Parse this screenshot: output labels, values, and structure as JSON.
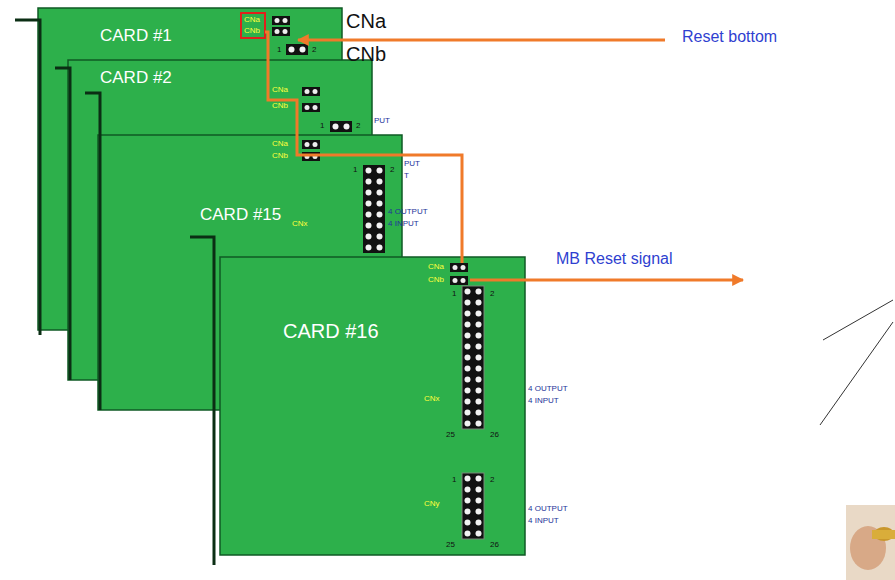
{
  "diagram": {
    "nodes": [
      {
        "text": [
          "CARD #1"
        ]
      },
      {
        "text": [
          "CARD #2"
        ]
      },
      {
        "text": [
          "CARD #15"
        ]
      },
      {
        "text": [
          "CARD #16"
        ]
      }
    ],
    "labels": [
      "CNa",
      "CNb",
      "Reset bottom",
      "MB Reset signal",
      "CNa",
      "CNb",
      "1",
      "2",
      "CNa",
      "CNb",
      "1",
      "2",
      "PUT",
      "CNa",
      "CNb",
      "1",
      "2",
      "PUT",
      "T",
      "CNx",
      "4 OUTPUT",
      "4 INPUT",
      "CNa",
      "CNb",
      "1",
      "2",
      "CNx",
      "4 OUTPUT",
      "4 INPUT",
      "25",
      "26",
      "1",
      "2",
      "CNy",
      "4 OUTPUT",
      "4 INPUT",
      "25",
      "26"
    ]
  }
}
